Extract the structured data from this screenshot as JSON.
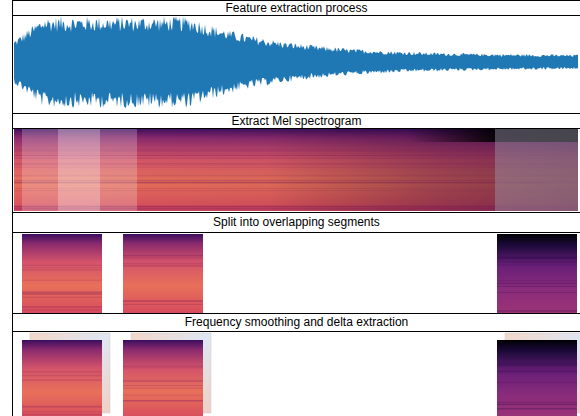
{
  "diagram": {
    "nodes": [
      {
        "text": [
          "Feature extraction process"
        ]
      },
      {
        "text": [
          "Extract Mel spectrogram"
        ]
      },
      {
        "text": [
          "Split into overlapping segments"
        ]
      },
      {
        "text": [
          "Frequency smoothing and delta extraction"
        ]
      }
    ]
  }
}
